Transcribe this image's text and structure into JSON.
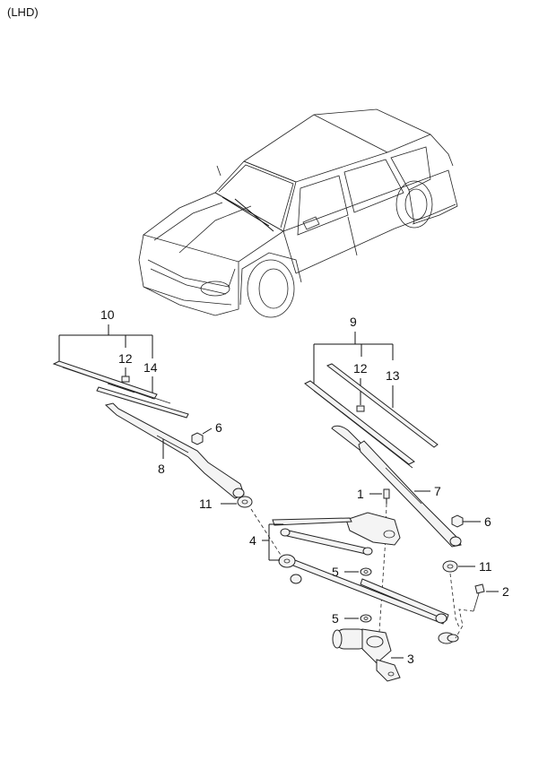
{
  "header": {
    "variant": "(LHD)"
  },
  "labels": {
    "p1": "1",
    "p2": "2",
    "p3": "3",
    "p4": "4",
    "p5a": "5",
    "p5b": "5",
    "p6a": "6",
    "p6b": "6",
    "p7": "7",
    "p8": "8",
    "p9": "9",
    "p10": "10",
    "p11a": "11",
    "p11b": "11",
    "p12a": "12",
    "p12b": "12",
    "p13": "13",
    "p14": "14"
  }
}
